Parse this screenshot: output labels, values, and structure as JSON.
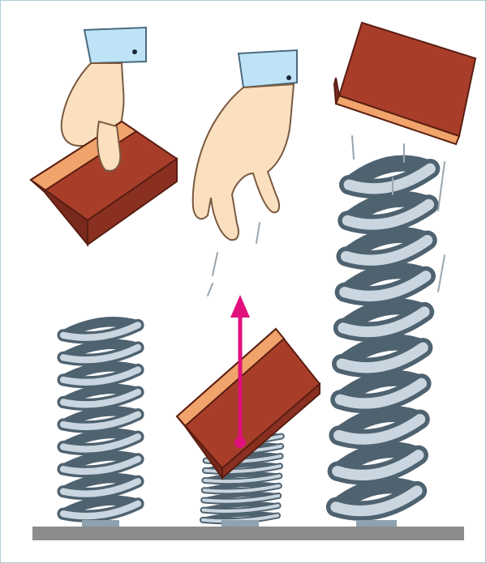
{
  "figure": {
    "panels": [
      "spring-relaxed",
      "spring-compressed",
      "spring-launching"
    ],
    "colors": {
      "frame": "#a8d2d8",
      "ground": "#8c8c8c",
      "spring_dark": "#4f6270",
      "spring_light": "#c9d6df",
      "spring_mid": "#8ea2b0",
      "brick_top": "#f0a36a",
      "brick_side": "#a83e2a",
      "brick_dark": "#7a2a1c",
      "skin": "#fbe0c0",
      "skin_line": "#7a5a40",
      "cuff": "#bfe3f6",
      "arrow": "#e0107c"
    },
    "icons": {
      "ground": "ground-surface-icon",
      "spring": "coil-spring-icon",
      "brick": "brick-icon",
      "hand": "hand-icon",
      "force_arrow": "upward-force-arrow-icon"
    }
  }
}
